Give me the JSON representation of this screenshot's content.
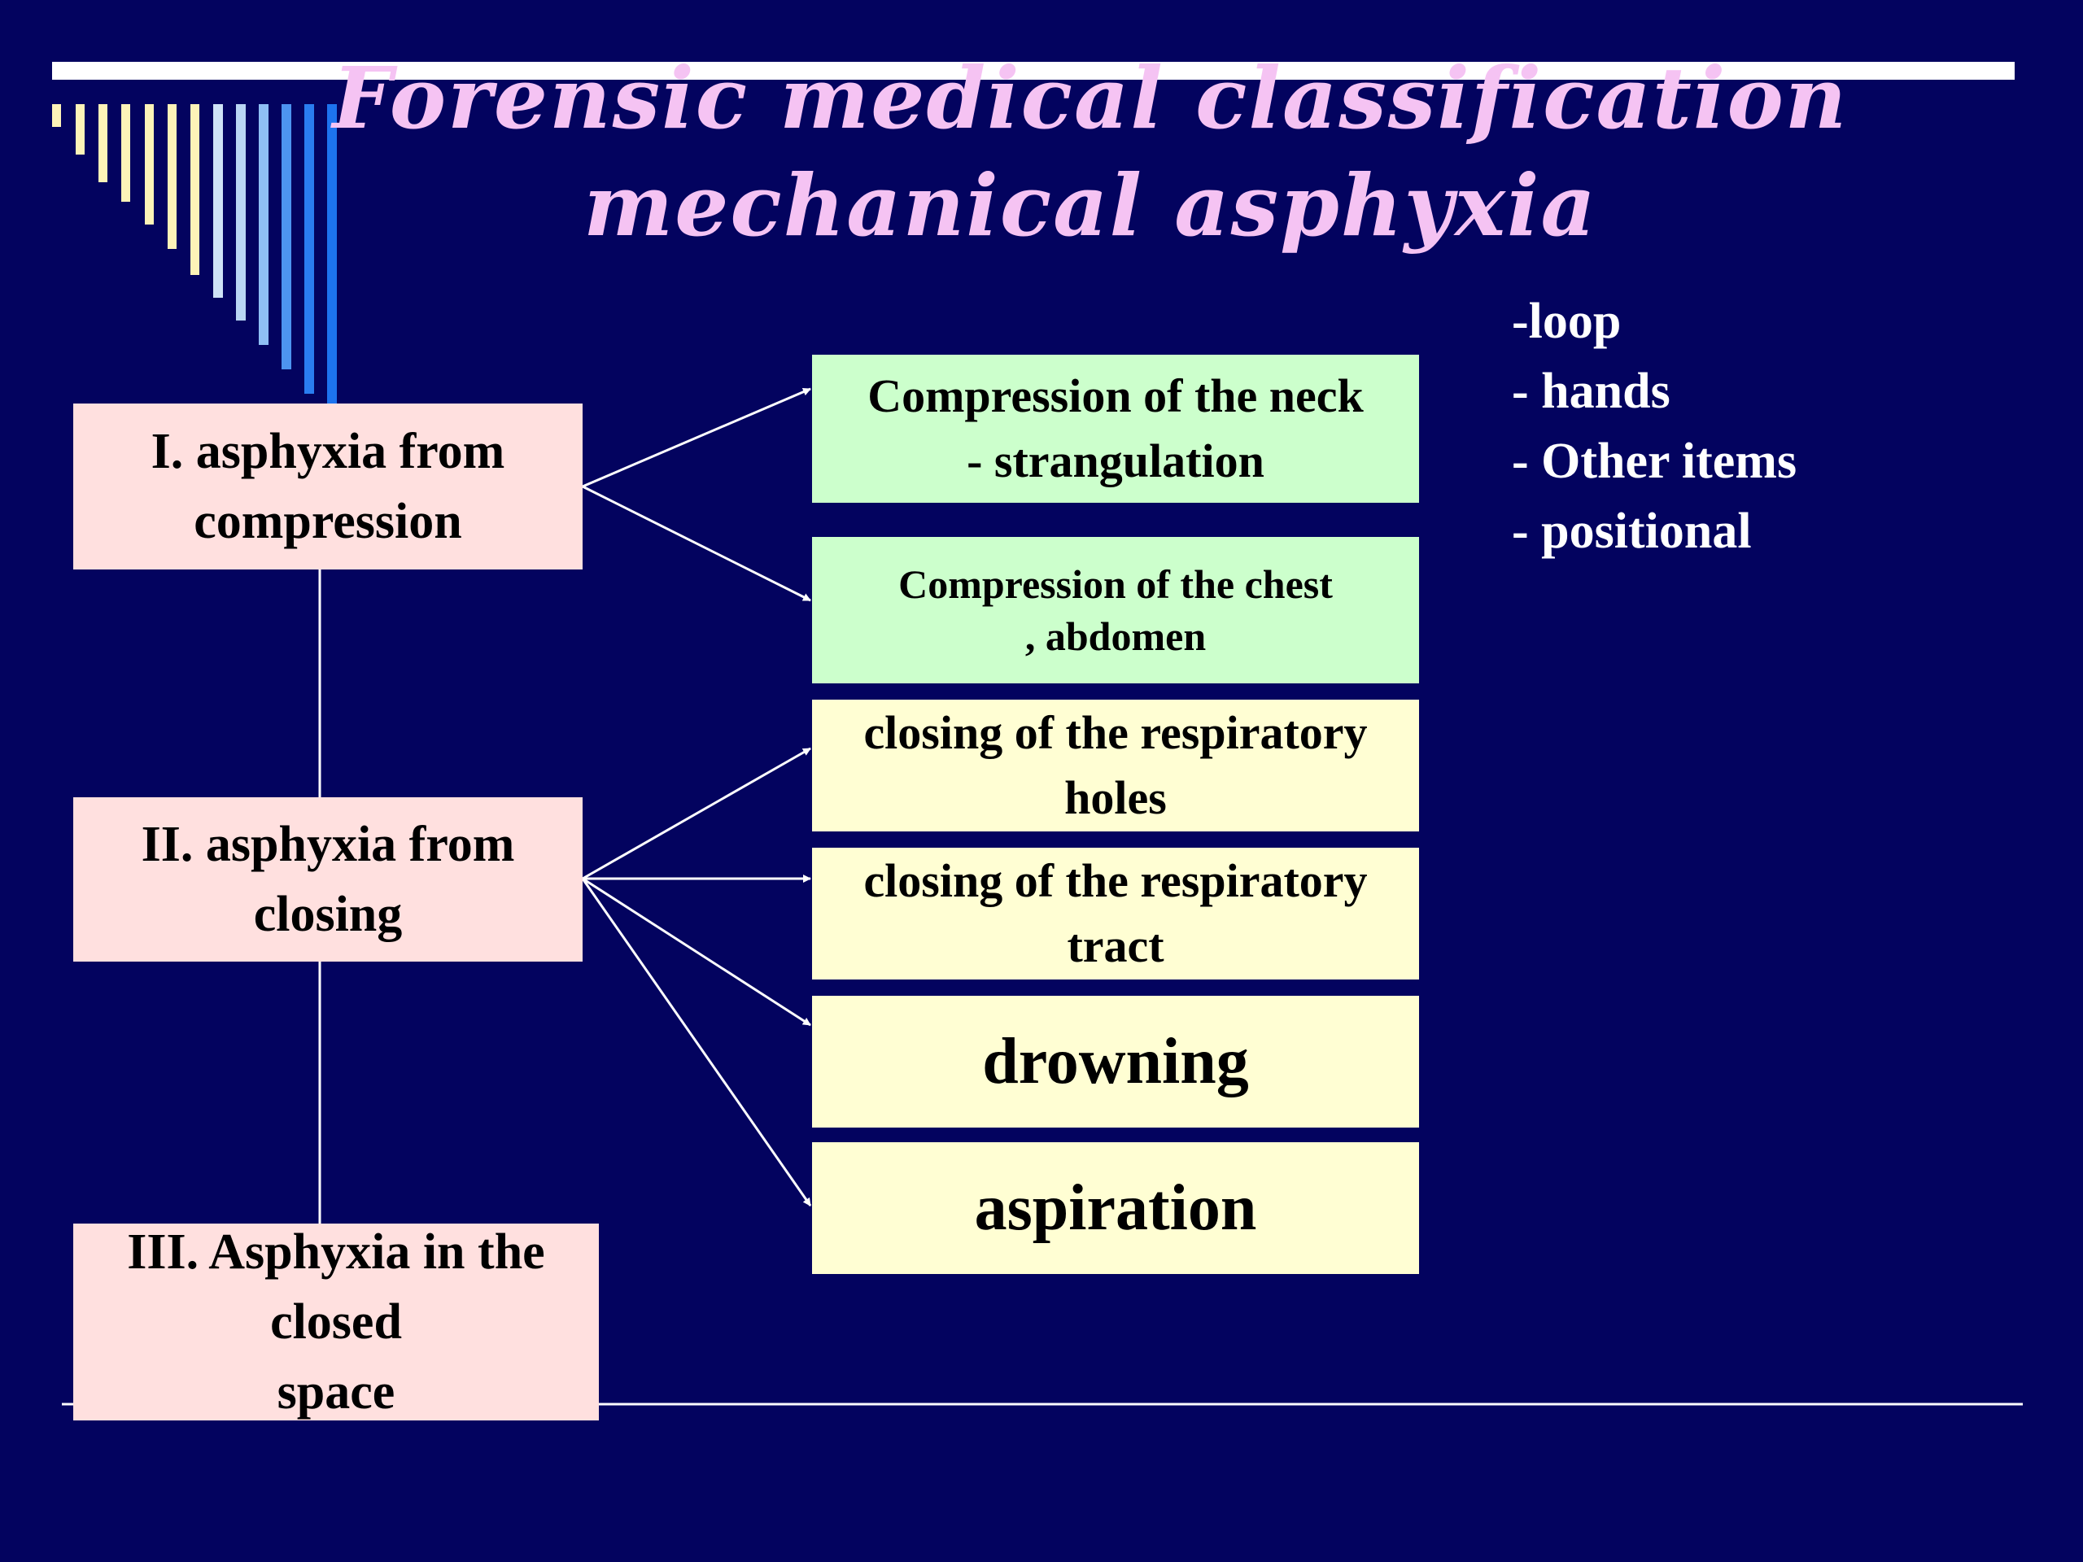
{
  "title": {
    "line1": "Forensic medical classification",
    "line2": "mechanical asphyxia"
  },
  "categories": [
    {
      "id": "compression",
      "line1": "I. asphyxia from",
      "line2": "compression"
    },
    {
      "id": "closing",
      "line1": "II. asphyxia from",
      "line2": "closing"
    },
    {
      "id": "closed-space",
      "line1": "III. Asphyxia in the",
      "line2": "closed",
      "line3": "space"
    }
  ],
  "subtypes": [
    {
      "id": "neck",
      "parent": "compression",
      "line1": "Compression of the neck",
      "line2": "- strangulation"
    },
    {
      "id": "chest",
      "parent": "compression",
      "line1": "Compression of the chest",
      "line2": ", abdomen"
    },
    {
      "id": "holes",
      "parent": "closing",
      "line1": "closing of the respiratory",
      "line2": "holes"
    },
    {
      "id": "tract",
      "parent": "closing",
      "line1": "closing of the respiratory",
      "line2": "tract"
    },
    {
      "id": "drowning",
      "parent": "closing",
      "label": "drowning"
    },
    {
      "id": "aspiration",
      "parent": "closing",
      "label": "aspiration"
    }
  ],
  "strangulation_types": [
    "-loop",
    "- hands",
    "- Other items",
    "- positional"
  ],
  "colors": {
    "background": "#03035f",
    "title": "#f5c3f3",
    "category_fill": "#ffe0df",
    "compression_fill": "#ccffcc",
    "closing_fill": "#fffed3",
    "lines": "#ffffff"
  }
}
